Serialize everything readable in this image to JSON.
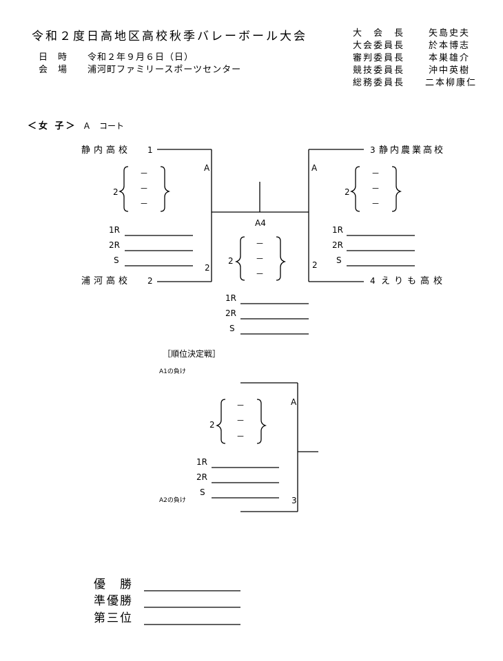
{
  "header": {
    "title": "令和２度日高地区高校秋季バレーボール大会",
    "date_label": "日　時",
    "date_value": "令和２年９月６日（日）",
    "venue_label": "会　場",
    "venue_value": "浦河町ファミリースポーツセンター"
  },
  "officials": [
    {
      "role": "大　会　長",
      "name": "矢島史夫"
    },
    {
      "role": "大会委員長",
      "name": "於本博志"
    },
    {
      "role": "審判委員長",
      "name": "本巣雄介"
    },
    {
      "role": "競技委員長",
      "name": "沖中英樹"
    },
    {
      "role": "総務委員長",
      "name": "二本柳康仁"
    }
  ],
  "section": {
    "division": "＜女 子＞",
    "court": "Ａ　コート"
  },
  "bracket": {
    "team1": "静内高校",
    "team1_seed": "1",
    "team2": "浦河高校",
    "team2_seed": "2",
    "team3": "静内農業高校",
    "team3_seed": "3",
    "team4": "えりも高校",
    "team4_seed": "4",
    "match_left": "A",
    "match_right": "A",
    "left_top_num": "1",
    "left_bottom_num": "2",
    "right_bottom_num": "2",
    "final_label": "A4"
  },
  "score": {
    "sets": "2",
    "dash": "－",
    "r1": "1R",
    "r2": "2R",
    "s": "S"
  },
  "placement": {
    "title": "［順位決定戦］",
    "top_label": "A1の負け",
    "bottom_label": "A2の負け",
    "match_label": "A",
    "bottom_num": "3"
  },
  "results": [
    {
      "label": "優　勝"
    },
    {
      "label": "準優勝"
    },
    {
      "label": "第三位"
    }
  ]
}
